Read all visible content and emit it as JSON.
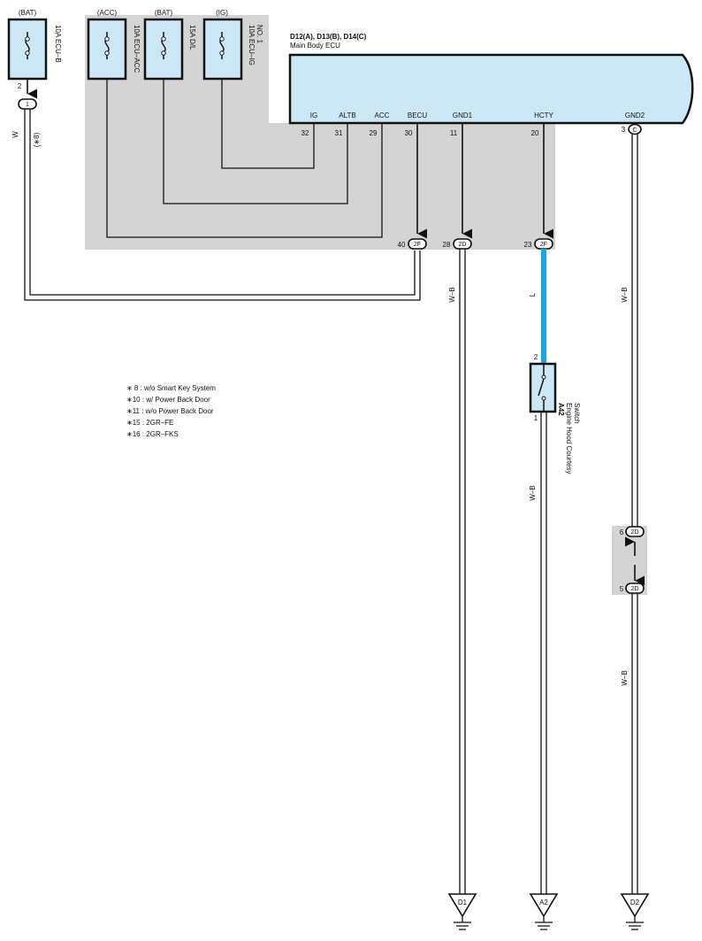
{
  "fuses": [
    {
      "id": "ecu-b",
      "source": "(BAT)",
      "label": "10A ECU–B",
      "label2": ""
    },
    {
      "id": "ecu-acc",
      "source": "(ACC)",
      "label": "10A ECU–ACC",
      "label2": ""
    },
    {
      "id": "dl",
      "source": "(BAT)",
      "label": "15A D/L",
      "label2": ""
    },
    {
      "id": "ecu-ig",
      "source": "(IG)",
      "label": "10A ECU–IG",
      "label2": "NO. 1"
    }
  ],
  "ecu": {
    "codes": "D12(A), D13(B), D14(C)",
    "name": "Main Body ECU",
    "pins": [
      {
        "name": "IG",
        "num": "32"
      },
      {
        "name": "ALTB",
        "num": "31"
      },
      {
        "name": "ACC",
        "num": "29"
      },
      {
        "name": "BECU",
        "num": "30"
      },
      {
        "name": "GND1",
        "num": "11"
      },
      {
        "name": "HCTY",
        "num": "20"
      },
      {
        "name": "GND2",
        "num": "3",
        "connector": "C"
      }
    ]
  },
  "connectors": {
    "ecu_b_out": {
      "pin": "2",
      "code": "1"
    },
    "becu": {
      "pin": "40",
      "code": "2F"
    },
    "gnd1": {
      "pin": "28",
      "code": "2D"
    },
    "hcty": {
      "pin": "23",
      "code": "2F"
    },
    "j_upper": {
      "pin": "6",
      "code": "2D"
    },
    "j_lower": {
      "pin": "5",
      "code": "2D"
    }
  },
  "wires": {
    "w": "W",
    "w_note": "(∗8)",
    "wb": "W–B",
    "l": "L"
  },
  "switch": {
    "code": "A42",
    "name_line1": "Engine Hood Courtesy",
    "name_line2": "Switch",
    "pin_top": "2",
    "pin_bottom": "1"
  },
  "grounds": [
    "D1",
    "A2",
    "D2"
  ],
  "notes": [
    "∗ 8 : w/o Smart Key System",
    "∗10 : w/ Power Back Door",
    "∗11 : w/o Power Back Door",
    "∗15 : 2GR–FE",
    "∗16 : 2GR–FKS"
  ],
  "colors": {
    "fuse_fill": "#cce8f7",
    "ecu_fill": "#cce8f7",
    "shade": "#d4d4d4",
    "wire_l": "#1ea6e0"
  }
}
